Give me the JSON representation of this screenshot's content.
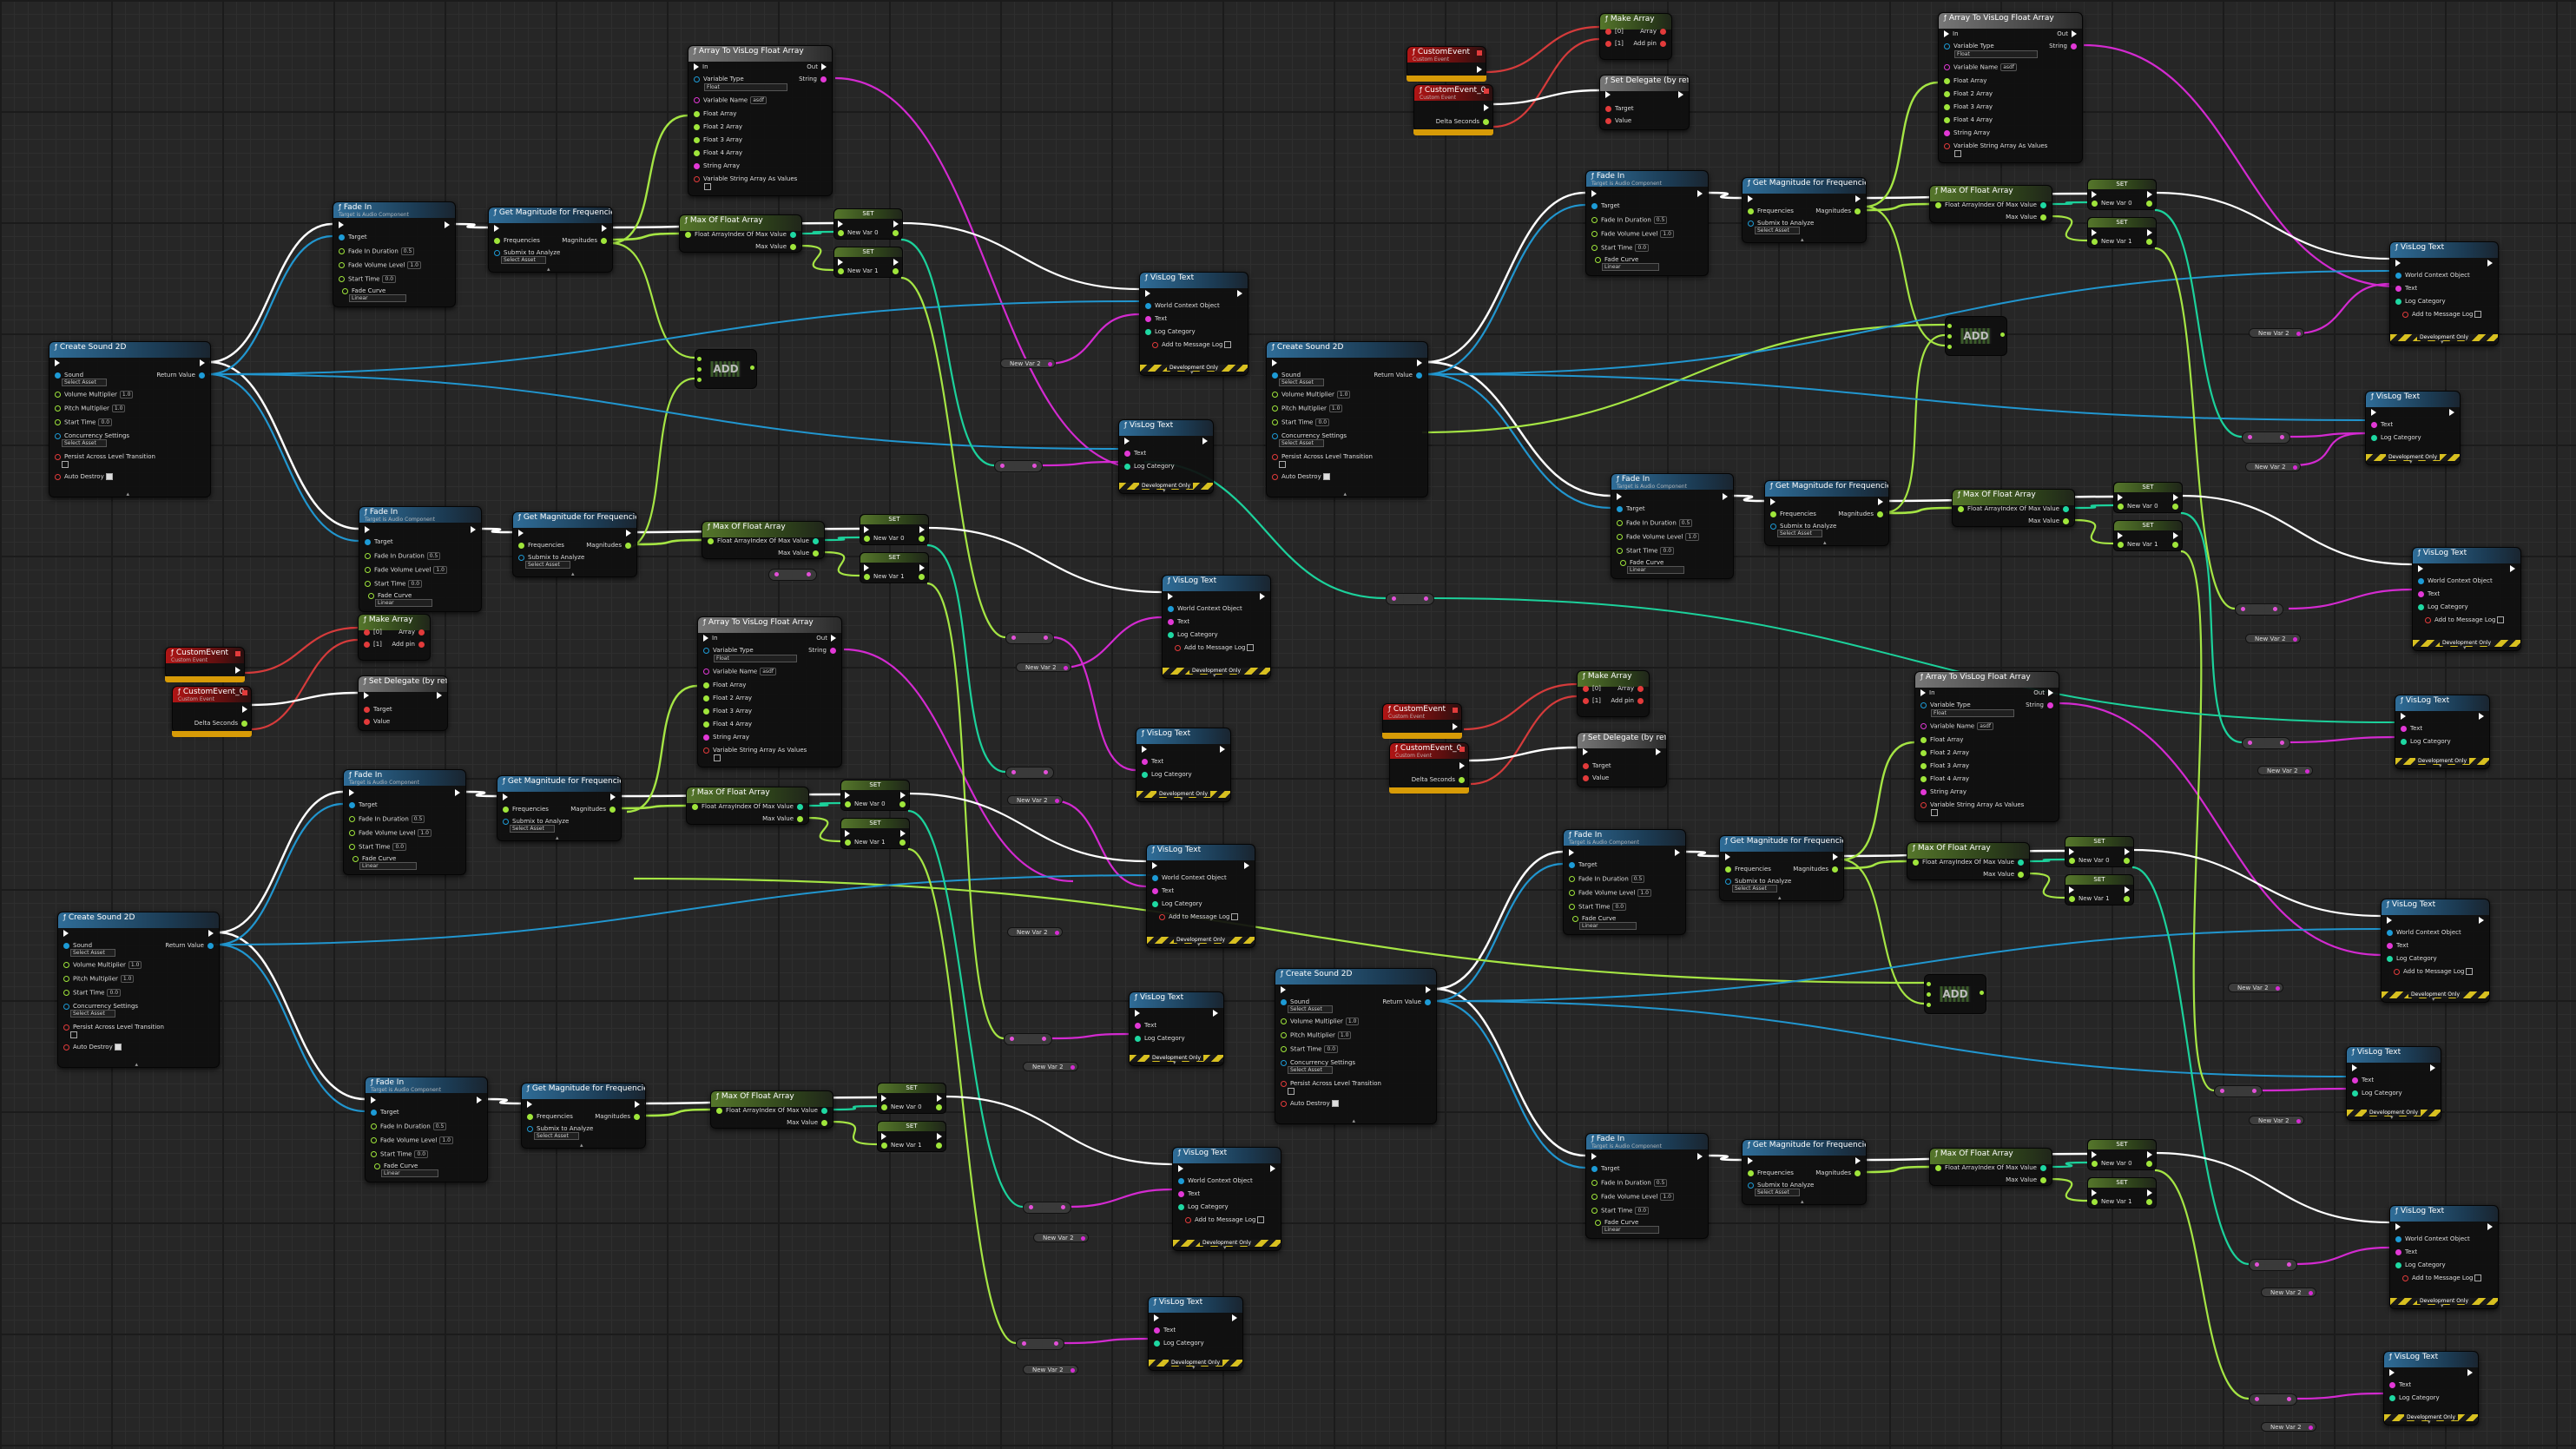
{
  "window": {
    "title": "Event Graph"
  },
  "colors": {
    "exec": "#ffffff",
    "object": "#1d9bd6",
    "float": "#9fe53b",
    "string": "#e238d6",
    "int": "#1ed8a2",
    "delegate": "#e23b3b",
    "wire_float": "#a5e544",
    "wire_object": "#2196cf",
    "wire_string": "#d32ad0",
    "wire_int": "#1cd19b",
    "wire_delegate": "#d53b3b"
  },
  "labels": {
    "create_sound": "Create Sound 2D",
    "sound": "Sound",
    "select_asset": "Select Asset",
    "return_value": "Return Value",
    "volume_multiplier": "Volume Multiplier",
    "pitch_multiplier": "Pitch Multiplier",
    "start_time": "Start Time",
    "concurrency_settings": "Concurrency Settings",
    "persist_across": "Persist Across Level Transition",
    "auto_destroy": "Auto Destroy",
    "fade_in": "Fade In",
    "target_is_audio": "Target is Audio Component",
    "target": "Target",
    "fade_in_duration": "Fade In Duration",
    "fade_volume_level": "Fade Volume Level",
    "fade_curve": "Fade Curve",
    "linear": "Linear",
    "get_magnitude": "Get Magnitude for Frequencies",
    "frequencies": "Frequencies",
    "submix_to_analyze": "Submix to Analyze",
    "magnitudes": "Magnitudes",
    "max_of_float_array": "Max Of Float Array",
    "float_array": "Float Array",
    "index_of_max": "Index Of Max Value",
    "max_value": "Max Value",
    "set": "SET",
    "new_var_0": "New Var 0",
    "new_var_1": "New Var 1",
    "new_var_2": "New Var 2",
    "vislog_text": "VisLog Text",
    "world_context": "World Context Object",
    "text": "Text",
    "log_category": "Log Category",
    "add_to_message_log": "Add to Message Log",
    "development_only": "Development Only",
    "array_to_vislog": "Array To VisLog Float Array",
    "in": "In",
    "out": "Out",
    "variable_type": "Variable Type",
    "float": "Float",
    "variable_name": "Variable Name",
    "var_name_value": "asdf",
    "float_2_array": "Float 2 Array",
    "float_3_array": "Float 3 Array",
    "float_4_array": "Float 4 Array",
    "string_array": "String Array",
    "variable_string_array": "Variable String Array As Values",
    "string": "String",
    "add": "ADD",
    "make_array": "Make Array",
    "array": "Array",
    "idx0": "[0]",
    "idx1": "[1]",
    "add_pin": "Add pin",
    "set_delegate": "Set Delegate (by ref)",
    "value": "Value",
    "custom_event": "CustomEvent",
    "custom_event_0": "CustomEvent_0",
    "custom_event_sub": "Custom Event",
    "delta_seconds": "Delta Seconds",
    "val_10": "1.0",
    "val_00": "0.0",
    "val_05": "0.5"
  }
}
